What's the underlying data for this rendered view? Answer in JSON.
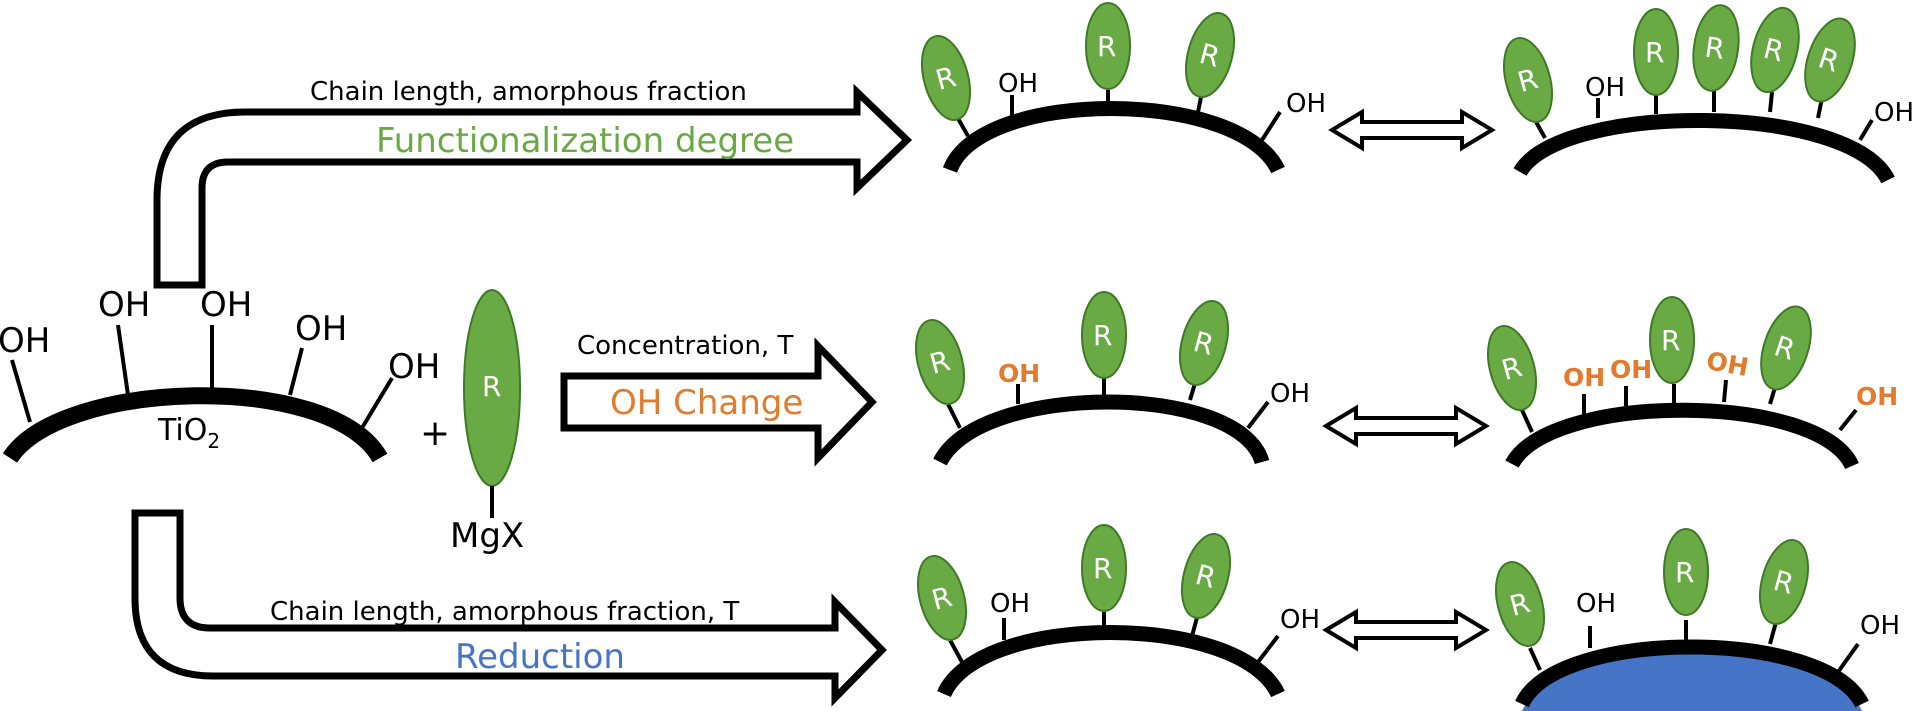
{
  "colors": {
    "green": "#6aaa45",
    "orange": "#e27b2d",
    "blue": "#4674c6",
    "black": "#000000"
  },
  "reactant": {
    "oh_label": "OH",
    "substrate_label": "TiO",
    "substrate_subscript": "2",
    "plus": "+",
    "reagent_r": "R",
    "reagent_mgx": "MgX"
  },
  "pathways": [
    {
      "params": "Chain length, amorphous fraction",
      "effect": "Functionalization degree",
      "effect_color": "#6aaa45"
    },
    {
      "params": "Concentration, T",
      "effect": "OH Change",
      "effect_color": "#e27b2d"
    },
    {
      "params": "Chain length, amorphous fraction, T",
      "effect": "Reduction",
      "effect_color": "#4674c6"
    }
  ],
  "product": {
    "r_label": "R",
    "oh_label": "OH"
  },
  "icons": [
    "double-headed-arrow-icon",
    "right-arrow-icon",
    "grignard-reagent-icon",
    "nanoparticle-surface-icon"
  ]
}
